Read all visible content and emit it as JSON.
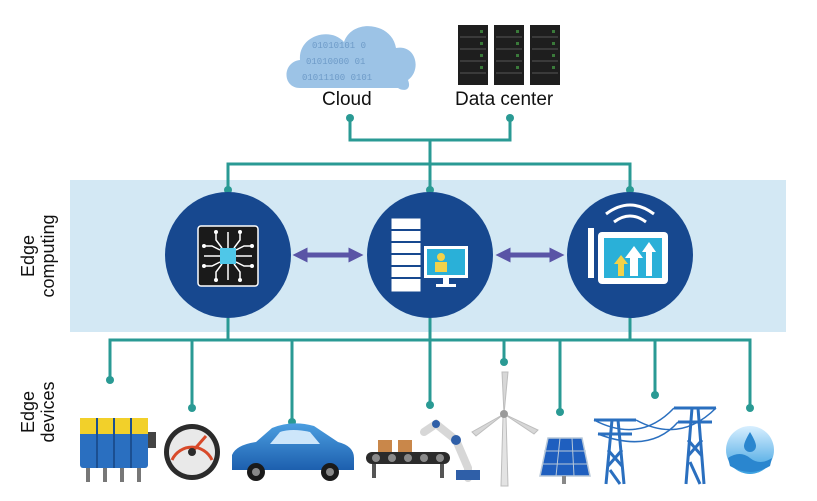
{
  "labels": {
    "cloud": "Cloud",
    "data_center": "Data center",
    "edge_computing_line1": "Edge",
    "edge_computing_line2": "computing",
    "edge_devices_line1": "Edge",
    "edge_devices_line2": "devices"
  },
  "cloud_binary": [
    "01010101 0",
    "01010000 01",
    "01011100 0101"
  ],
  "icons": {
    "cloud": "cloud-icon",
    "data_center": "server-rack-icon",
    "node_1": "processor-chip-icon",
    "node_2": "server-monitor-icon",
    "node_3": "wireless-tablet-icon",
    "devices": [
      "battery-pack-icon",
      "speedometer-gauge-icon",
      "car-icon",
      "robot-arm-conveyor-icon",
      "wind-turbine-icon",
      "solar-panel-icon",
      "power-tower-icon",
      "power-tower-icon",
      "water-drop-icon"
    ]
  },
  "colors": {
    "connector": "#2a9a94",
    "node_fill": "#17488f",
    "band": "#d3e8f4",
    "arrow": "#5a54a6"
  }
}
